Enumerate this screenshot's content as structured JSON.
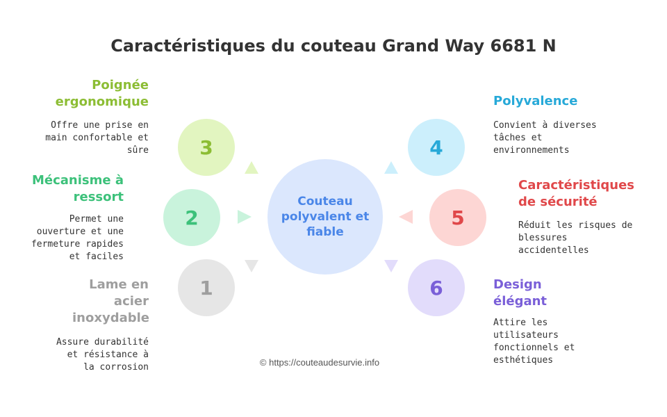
{
  "title": "Caractéristiques du couteau Grand Way 6681 N",
  "center": {
    "label": "Couteau polyvalent et fiable"
  },
  "features": [
    {
      "number": "1",
      "heading": "Lame en acier inoxydable",
      "description": "Assure durabilité et résistance à la corrosion",
      "color": "#9e9e9e",
      "bg": "#e6e6e6"
    },
    {
      "number": "2",
      "heading": "Mécanisme à ressort",
      "description": "Permet une ouverture et une fermeture rapides et faciles",
      "color": "#3cc17a",
      "bg": "#c9f3dc"
    },
    {
      "number": "3",
      "heading": "Poignée ergonomique",
      "description": "Offre une prise en main confortable et sûre",
      "color": "#8cbd34",
      "bg": "#e2f5c0"
    },
    {
      "number": "4",
      "heading": "Polyvalence",
      "description": "Convient à diverses tâches et environnements",
      "color": "#27a9d8",
      "bg": "#cceffc"
    },
    {
      "number": "5",
      "heading": "Caractéristiques de sécurité",
      "description": "Réduit les risques de blessures accidentelles",
      "color": "#e0484a",
      "bg": "#fdd6d4"
    },
    {
      "number": "6",
      "heading": "Design élégant",
      "description": "Attire les utilisateurs fonctionnels et esthétiques",
      "color": "#7a5fd8",
      "bg": "#e2dcfb"
    }
  ],
  "footer": "© https://couteaudesurvie.info"
}
